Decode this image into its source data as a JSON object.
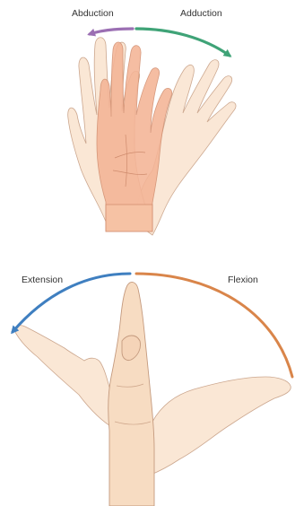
{
  "wrist_motion_diagram": {
    "top_panel": {
      "abduction_label": "Abduction",
      "adduction_label": "Adduction",
      "abduction_color": "#9b6fb3",
      "adduction_color": "#3fa377"
    },
    "bottom_panel": {
      "extension_label": "Extension",
      "flexion_label": "Flexion",
      "extension_color": "#3f7fc0",
      "flexion_color": "#d9854a"
    },
    "hand_fill": "#f7dcc2",
    "hand_highlight_fill": "#f4b496",
    "outline_color": "#c49a7e"
  }
}
